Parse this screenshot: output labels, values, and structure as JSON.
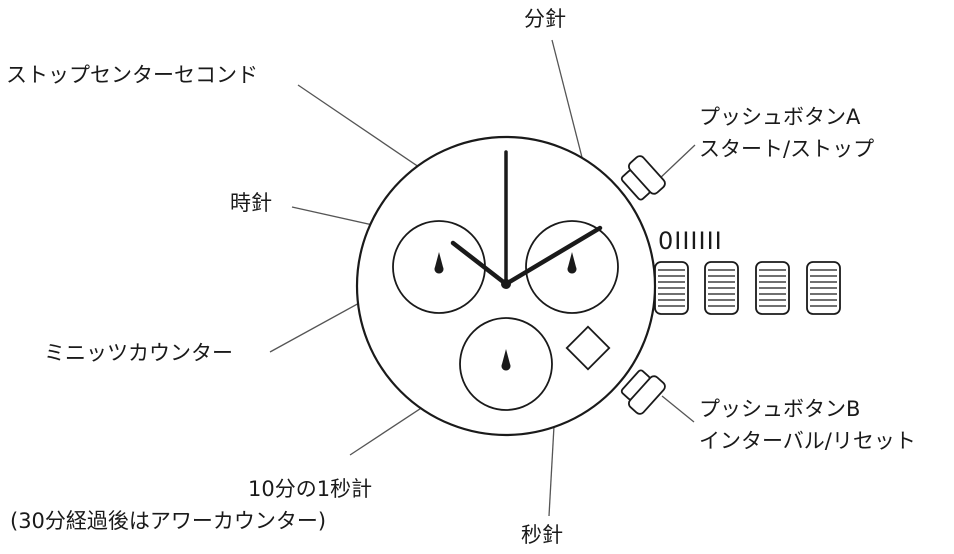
{
  "labels": {
    "stop_center_second": "ストップセンターセコンド",
    "minute_hand": "分針",
    "hour_hand": "時針",
    "minute_counter": "ミニッツカウンター",
    "tenth_second_line1": "10分の1秒計",
    "tenth_second_line2": "(30分経過後はアワーカウンター)",
    "second_hand": "秒針",
    "pushbutton_a_line1": "プッシュボタンA",
    "pushbutton_a_line2": "スタート/ストップ",
    "pushbutton_b_line1": "プッシュボタンB",
    "pushbutton_b_line2": "インターバル/リセット",
    "crown_positions": "0IIIIII"
  },
  "colors": {
    "line": "#1a1a1a",
    "leader": "#555555",
    "background": "#ffffff"
  }
}
